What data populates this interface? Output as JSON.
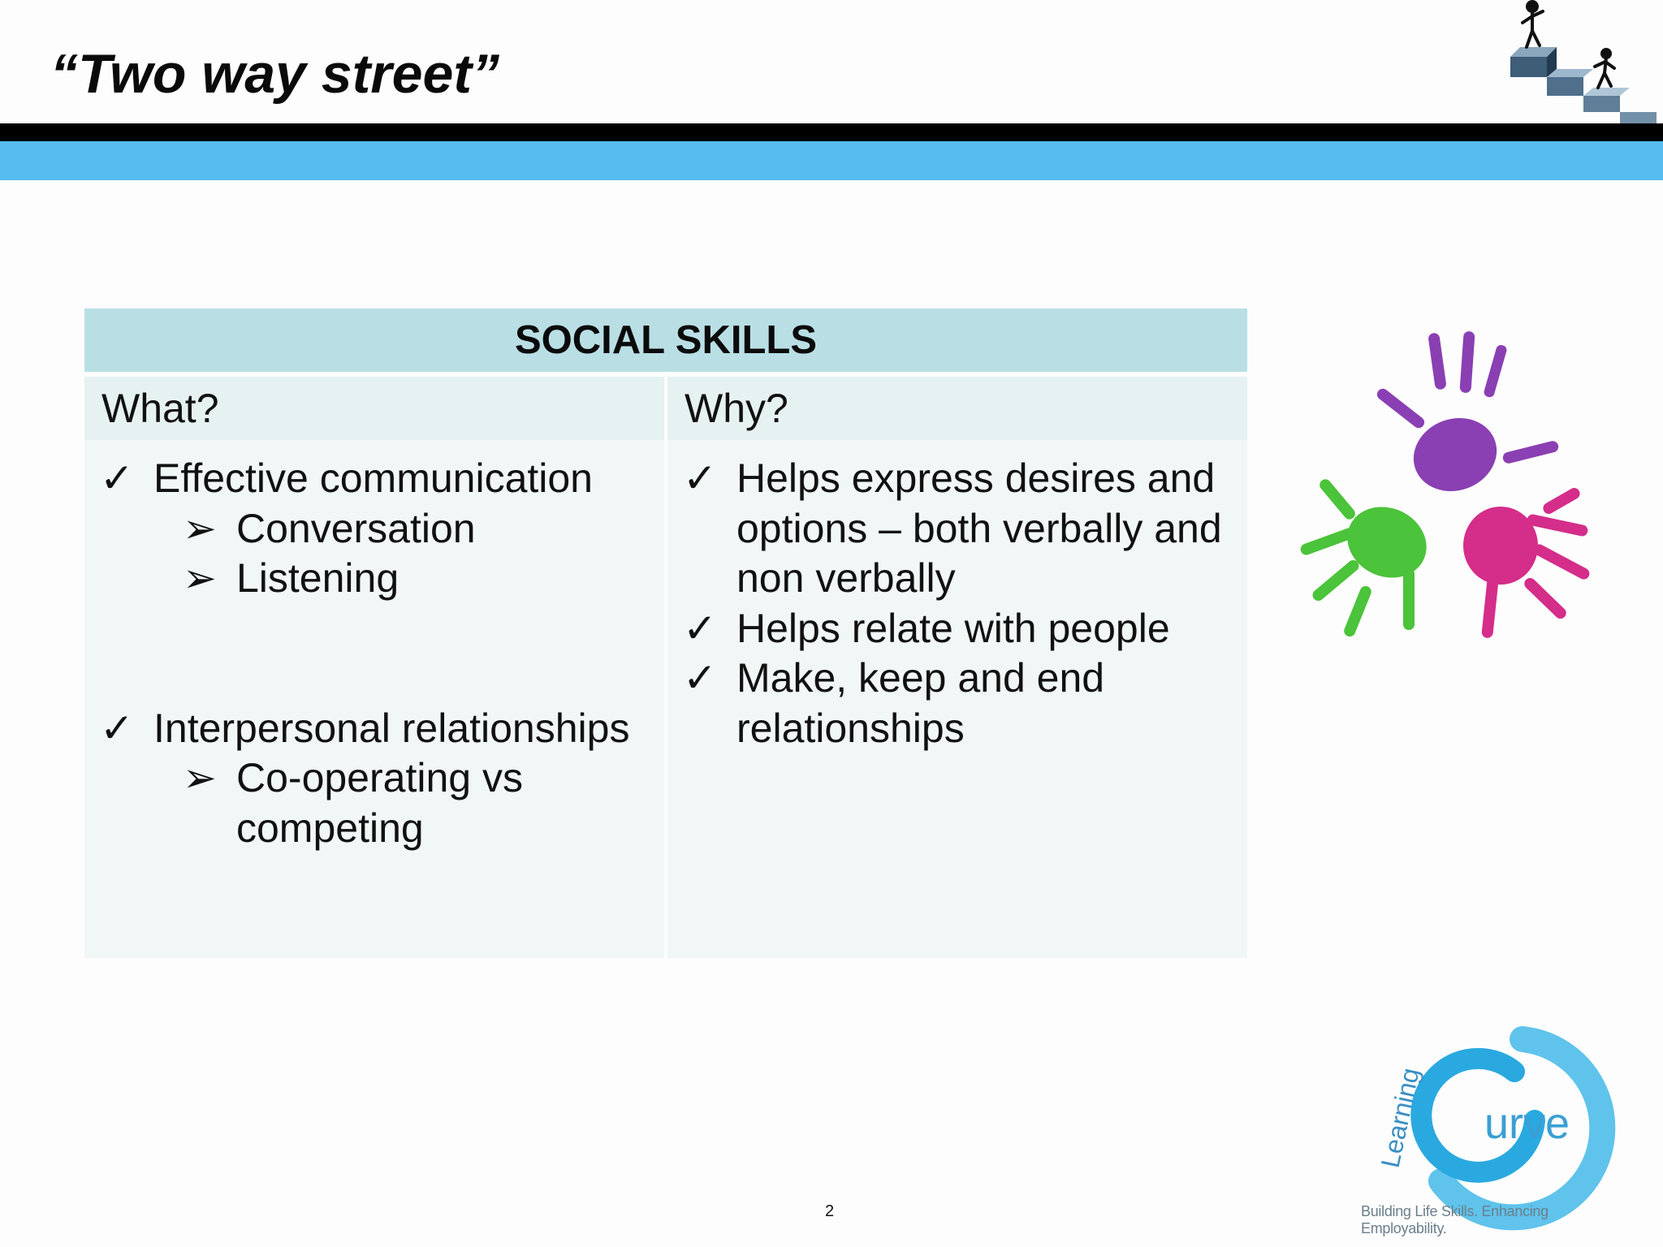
{
  "slide": {
    "title": "“Two way street”",
    "page_number": "2"
  },
  "table": {
    "header": "SOCIAL SKILLS",
    "col_what": "What?",
    "col_why": "Why?",
    "what_items": [
      {
        "text": "Effective communication",
        "sub": [
          "Conversation",
          "Listening"
        ]
      },
      {
        "text": "Interpersonal relationships",
        "sub": [
          "Co-operating vs competing"
        ]
      }
    ],
    "why_items": [
      "Helps express desires and options – both verbally and non verbally",
      "Helps relate with people",
      "Make, keep and end relationships"
    ]
  },
  "logo": {
    "word_left": "Learning",
    "word_right": "urve",
    "tagline": "Building Life Skills. Enhancing Employability."
  },
  "glyphs": {
    "check": "✓",
    "arrow": "➢"
  },
  "colors": {
    "header_bar_black": "#000000",
    "header_bar_blue": "#56bdee",
    "table_header": "#b9dfe5",
    "logo_blue": "#5fc3ec"
  }
}
